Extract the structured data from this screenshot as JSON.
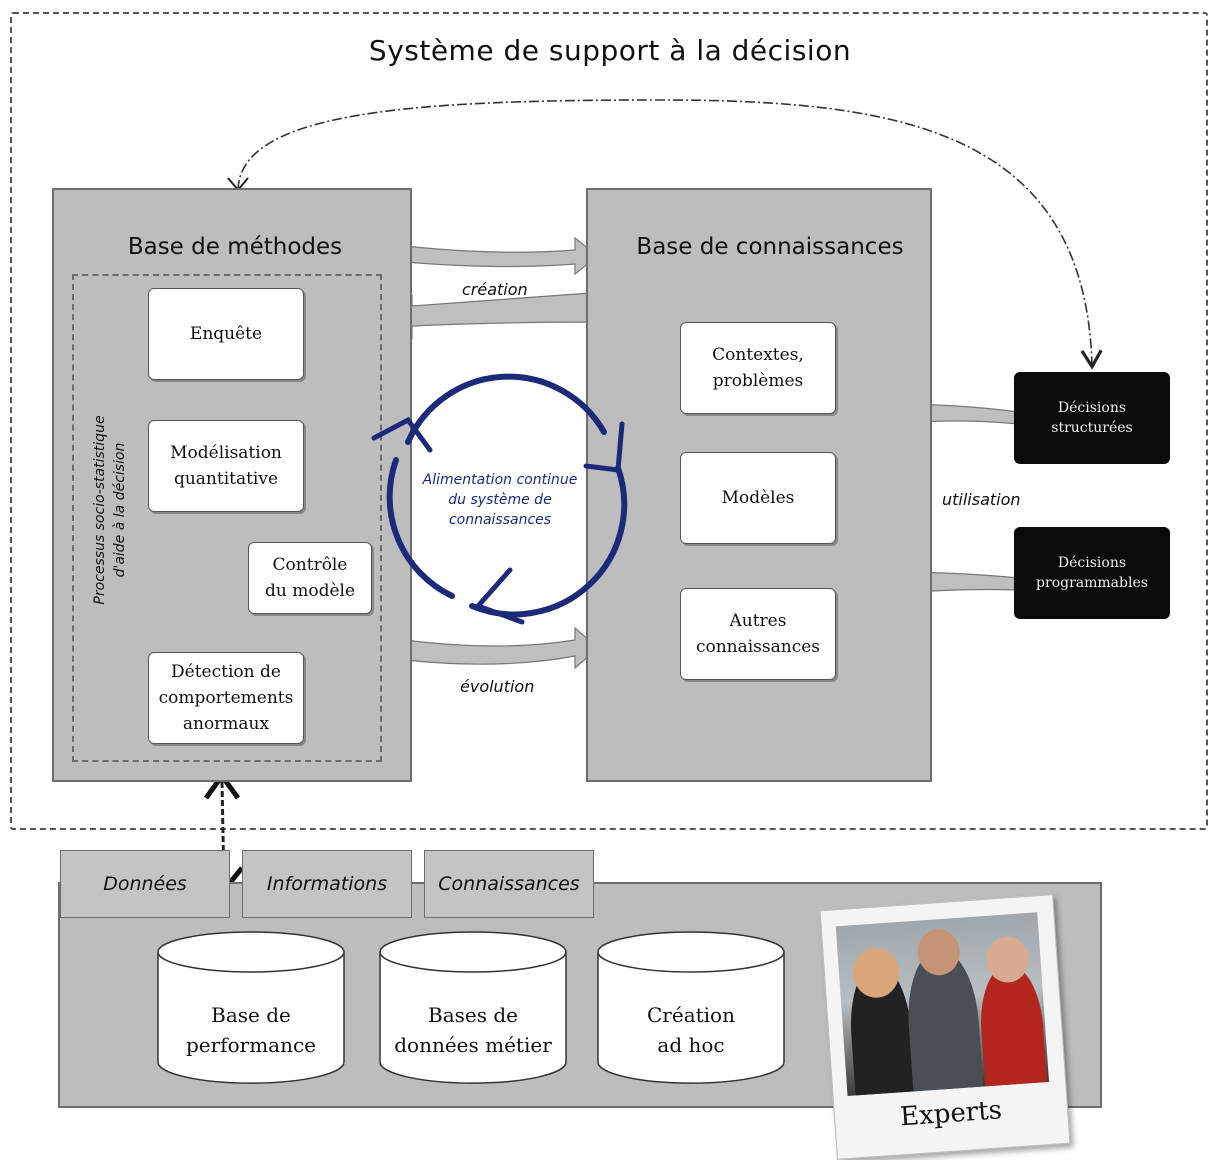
{
  "title": "Système de support à la décision",
  "methods": {
    "title": "Base de méthodes",
    "process_label": "Processus socio-statistique\nd'aide à la décision",
    "boxes": [
      "Enquête",
      "Modélisation\nquantitative",
      "Contrôle\ndu modèle",
      "Détection de\ncomportements\nanormaux"
    ]
  },
  "knowledge": {
    "title": "Base de connaissances",
    "boxes": [
      "Contextes,\nproblèmes",
      "Modèles",
      "Autres\nconnaissances"
    ]
  },
  "arrows": {
    "creation": "création",
    "evolution": "évolution",
    "utilisation": "utilisation"
  },
  "cycle_text": "Alimentation continue\ndu système de\nconnaissances",
  "decisions": [
    "Décisions\nstructurées",
    "Décisions\nprogrammables"
  ],
  "tabs": [
    "Données",
    "Informations",
    "Connaissances"
  ],
  "databases": [
    "Base de\nperformance",
    "Bases de\ndonnées métier",
    "Création\nad hoc"
  ],
  "experts_caption": "Experts",
  "colors": {
    "cycle": "#1c2a7a",
    "panel": "#bdbdbd",
    "dark_box": "#0a0a0a"
  }
}
